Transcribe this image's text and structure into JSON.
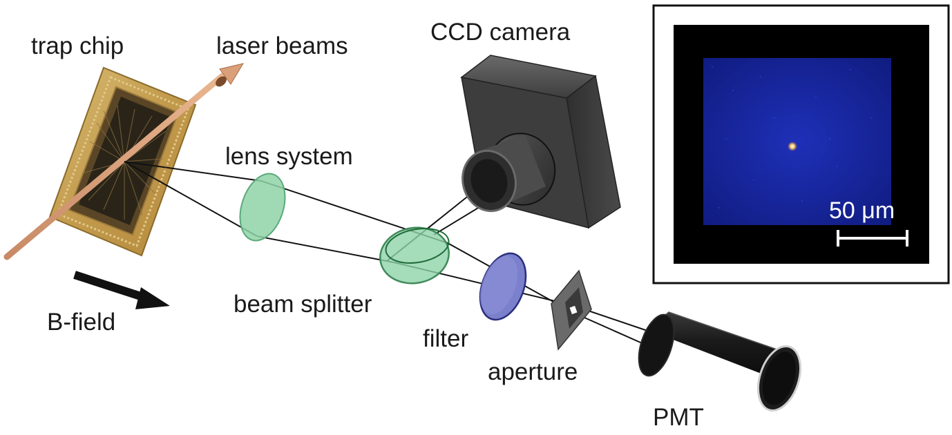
{
  "labels": {
    "trap_chip": "trap chip",
    "laser_beams": "laser beams",
    "ccd_camera": "CCD camera",
    "lens_system": "lens system",
    "beam_splitter": "beam splitter",
    "filter": "filter",
    "aperture": "aperture",
    "pmt": "PMT",
    "b_field": "B-field"
  },
  "inset": {
    "scale_bar_label": "50 μm"
  },
  "colors": {
    "chip_gold": "#c9a657",
    "chip_dark": "#3a2f1e",
    "laser": "#d9a07a",
    "lens_green": "#8fd3a8",
    "filter_blue": "#6f74c8",
    "camera_body": "#3b3b3b",
    "pmt_body": "#1e1e1e",
    "inset_background": "#000000",
    "inset_fluorescence": "#1a2aa8",
    "ion_spot": "#ffd36b"
  }
}
